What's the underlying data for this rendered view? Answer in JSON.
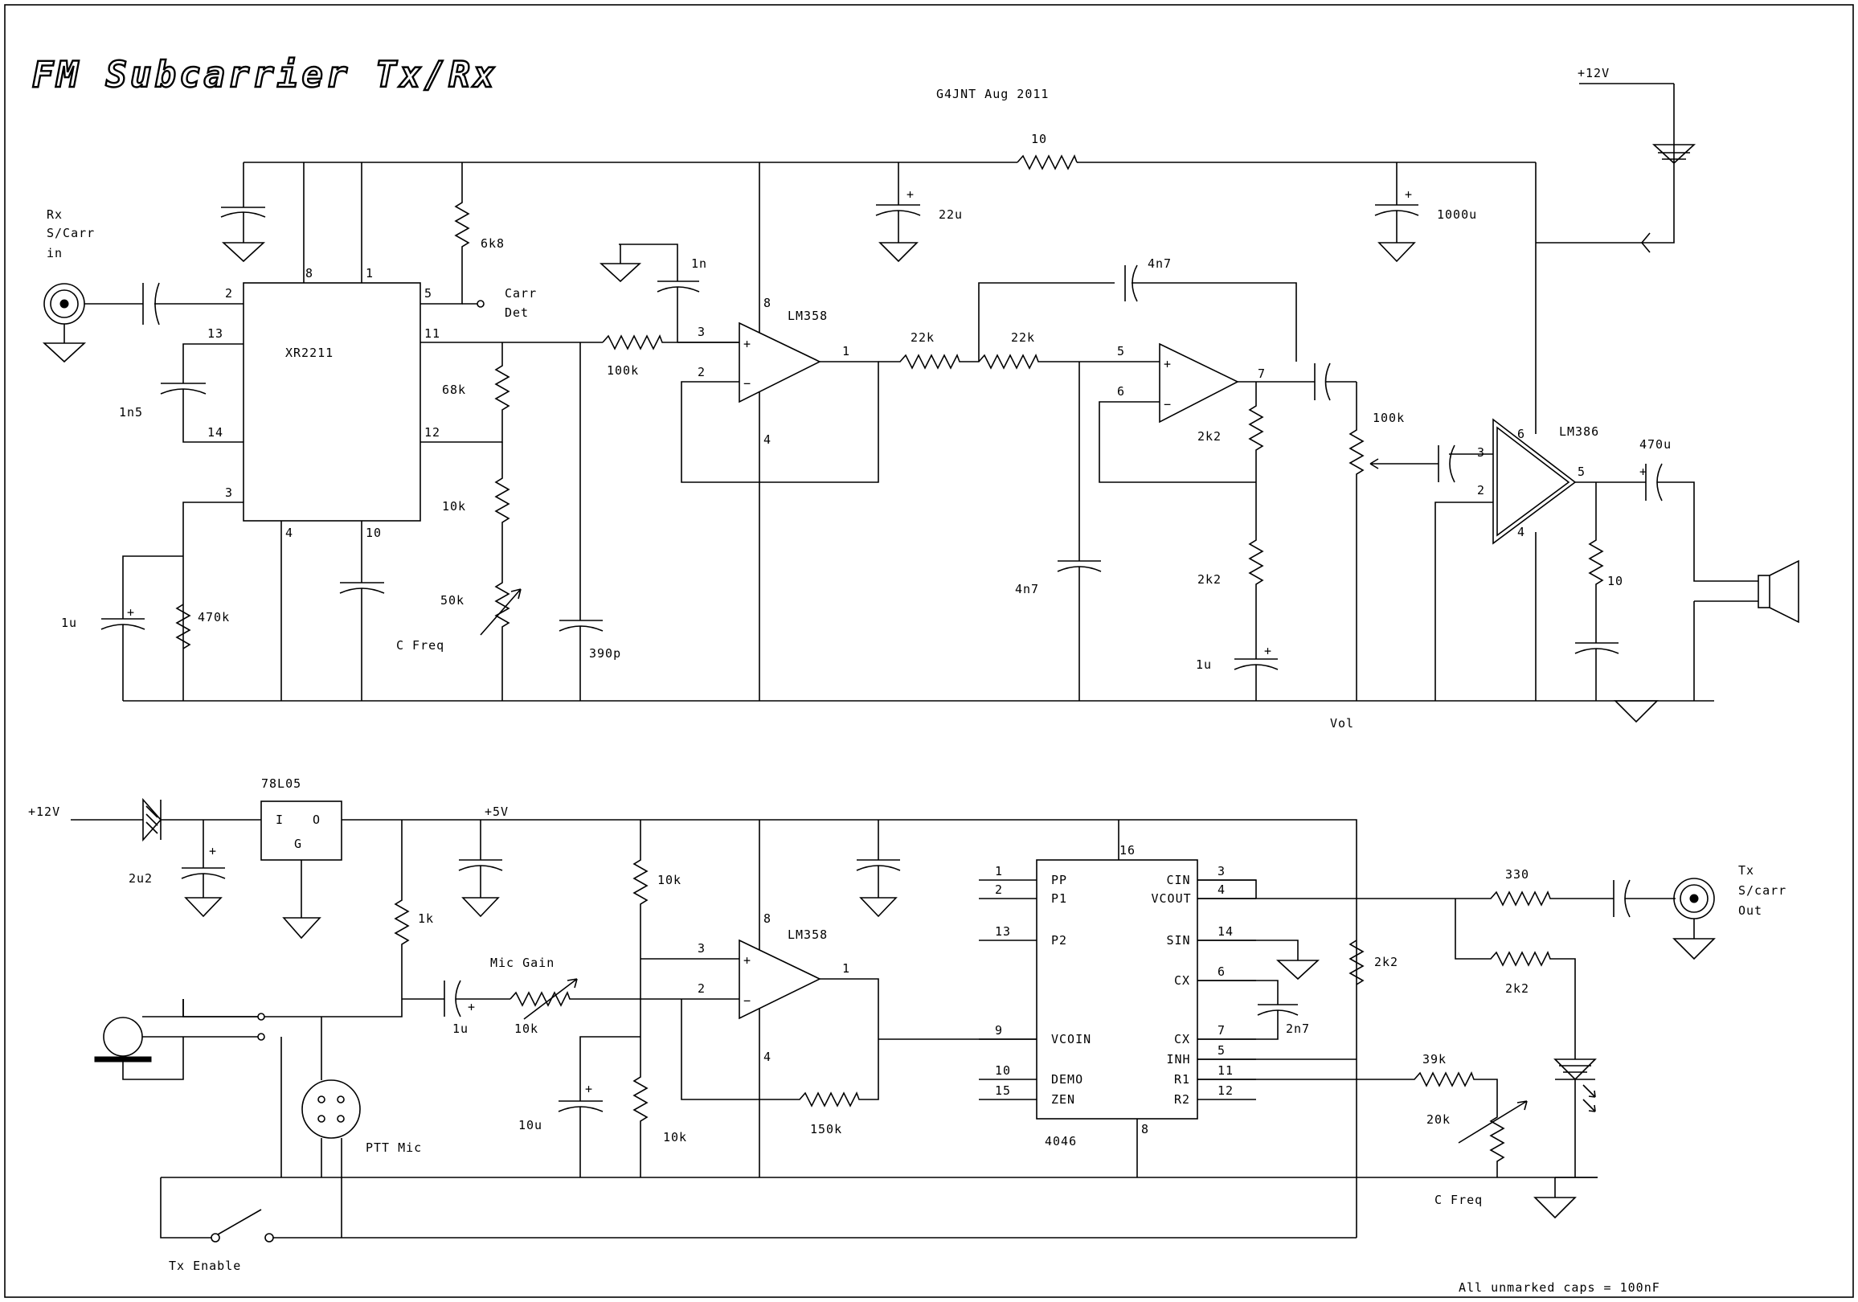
{
  "title": "FM Subcarrier Tx/Rx",
  "author": "G4JNT  Aug 2011",
  "footnote": "All unmarked caps = 100nF",
  "rx": {
    "input_label": [
      "Rx",
      "S/Carr",
      "in"
    ],
    "ic_xr2211": "XR2211",
    "xr_pins": {
      "p2": "2",
      "p8": "8",
      "p1": "1",
      "p5": "5",
      "p13": "13",
      "p14": "14",
      "p3": "3",
      "p11": "11",
      "p12": "12",
      "p4": "4",
      "p10": "10"
    },
    "carr_det": [
      "Carr",
      "Det"
    ],
    "r_6k8": "6k8",
    "r_68k": "68k",
    "r_10k": "10k",
    "r_50k": "50k",
    "c_freq": "C Freq",
    "c_1n5": "1n5",
    "c_1u": "1u",
    "r_470k": "470k",
    "c_390p": "390p",
    "r_100k": "100k",
    "c_1n": "1n",
    "ic_lm358": "LM358",
    "op1_pins": {
      "p3": "3",
      "p2": "2",
      "p8": "8",
      "p4": "4",
      "p1": "1"
    },
    "c_22u": "22u",
    "r_10_supply": "10",
    "c_1000u": "1000u",
    "r_22k_a": "22k",
    "r_22k_b": "22k",
    "c_4n7_fb": "4n7",
    "c_4n7_gnd": "4n7",
    "op2_pins": {
      "p5": "5",
      "p6": "6",
      "p7": "7"
    },
    "r_2k2_a": "2k2",
    "r_2k2_b": "2k2",
    "c_1u_b": "1u",
    "pot_100k": "100k",
    "vol": "Vol",
    "ic_lm386": "LM386",
    "lm386_pins": {
      "p3": "3",
      "p2": "2",
      "p6": "6",
      "p4": "4",
      "p5": "5"
    },
    "c_470u": "470u",
    "r_10_zobel": "10",
    "plus12": "+12V"
  },
  "tx": {
    "plus12": "+12V",
    "c_2u2": "2u2",
    "reg": "78L05",
    "reg_pins": {
      "in": "I",
      "out": "O",
      "gnd": "G"
    },
    "plus5": "+5V",
    "r_1k": "1k",
    "c_1u": "1u",
    "mic_gain": "Mic Gain",
    "pot_10k": "10k",
    "r_10k_top": "10k",
    "r_10k_bot": "10k",
    "c_10u": "10u",
    "ptt_mic": "PTT Mic",
    "tx_enable": "Tx Enable",
    "ic_lm358": "LM358",
    "op_pins": {
      "p3": "3",
      "p2": "2",
      "p8": "8",
      "p4": "4",
      "p1": "1"
    },
    "r_150k": "150k",
    "ic_4046": "4046",
    "cd4046_left": [
      {
        "pin": "1",
        "name": "PP"
      },
      {
        "pin": "2",
        "name": "P1"
      },
      {
        "pin": "13",
        "name": "P2"
      },
      {
        "pin": "9",
        "name": "VCOIN"
      },
      {
        "pin": "10",
        "name": "DEMO"
      },
      {
        "pin": "15",
        "name": "ZEN"
      }
    ],
    "cd4046_right": [
      {
        "pin": "3",
        "name": "CIN"
      },
      {
        "pin": "4",
        "name": "VCOUT"
      },
      {
        "pin": "14",
        "name": "SIN"
      },
      {
        "pin": "6",
        "name": "CX"
      },
      {
        "pin": "7",
        "name": "CX"
      },
      {
        "pin": "5",
        "name": "INH"
      },
      {
        "pin": "11",
        "name": "R1"
      },
      {
        "pin": "12",
        "name": "R2"
      }
    ],
    "cd4046_top": "16",
    "cd4046_bottom": "8",
    "c_2n7": "2n7",
    "r_2k2_pin5": "2k2",
    "r_39k": "39k",
    "pot_20k": "20k",
    "c_freq": "C Freq",
    "r_330": "330",
    "r_2k2_led": "2k2",
    "output_label": [
      "Tx",
      "S/carr",
      "Out"
    ]
  }
}
